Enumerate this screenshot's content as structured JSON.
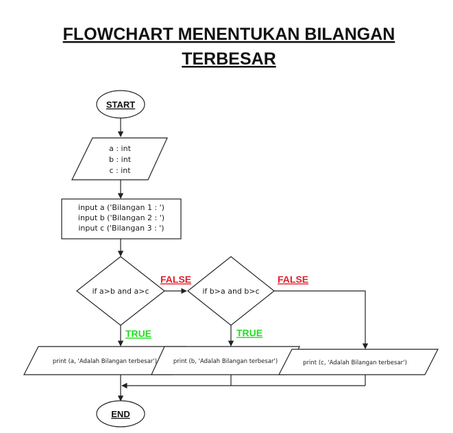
{
  "title": {
    "line1": "FLOWCHART MENENTUKAN BILANGAN",
    "line2": "TERBESAR"
  },
  "nodes": {
    "start": "START",
    "declare": [
      "a : int",
      "b : int",
      "c : int"
    ],
    "input": [
      "input a ('Bilangan 1 : ')",
      "input b ('Bilangan 2 : ')",
      "input c ('Bilangan 3 : ')"
    ],
    "decision1": "if a>b and a>c",
    "decision2": "if b>a and b>c",
    "output_a": "print (a, 'Adalah Bilangan terbesar')",
    "output_b": "print (b, 'Adalah Bilangan terbesar')",
    "output_c": "print (c, 'Adalah Bilangan terbesar')",
    "end": "END"
  },
  "labels": {
    "false1": "FALSE",
    "false2": "FALSE",
    "true1": "TRUE",
    "true2": "TRUE"
  },
  "colors": {
    "false": "#e0202a",
    "true": "#22dd22",
    "line": "#222222"
  }
}
